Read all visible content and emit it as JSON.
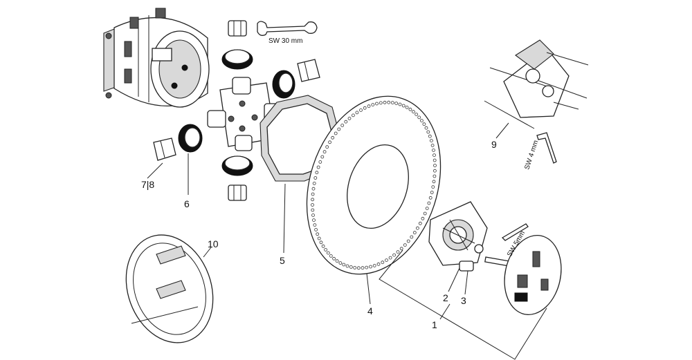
{
  "callouts": {
    "c1": "1",
    "c2": "2",
    "c3": "3",
    "c4": "4",
    "c5": "5",
    "c6": "6",
    "c7_8": "7|8",
    "c9": "9",
    "c10": "10"
  },
  "tools": {
    "wrench_label": "SW 30 mm",
    "allen_4_label": "SW 4 mm",
    "allen_5_label": "SW 5mm"
  }
}
